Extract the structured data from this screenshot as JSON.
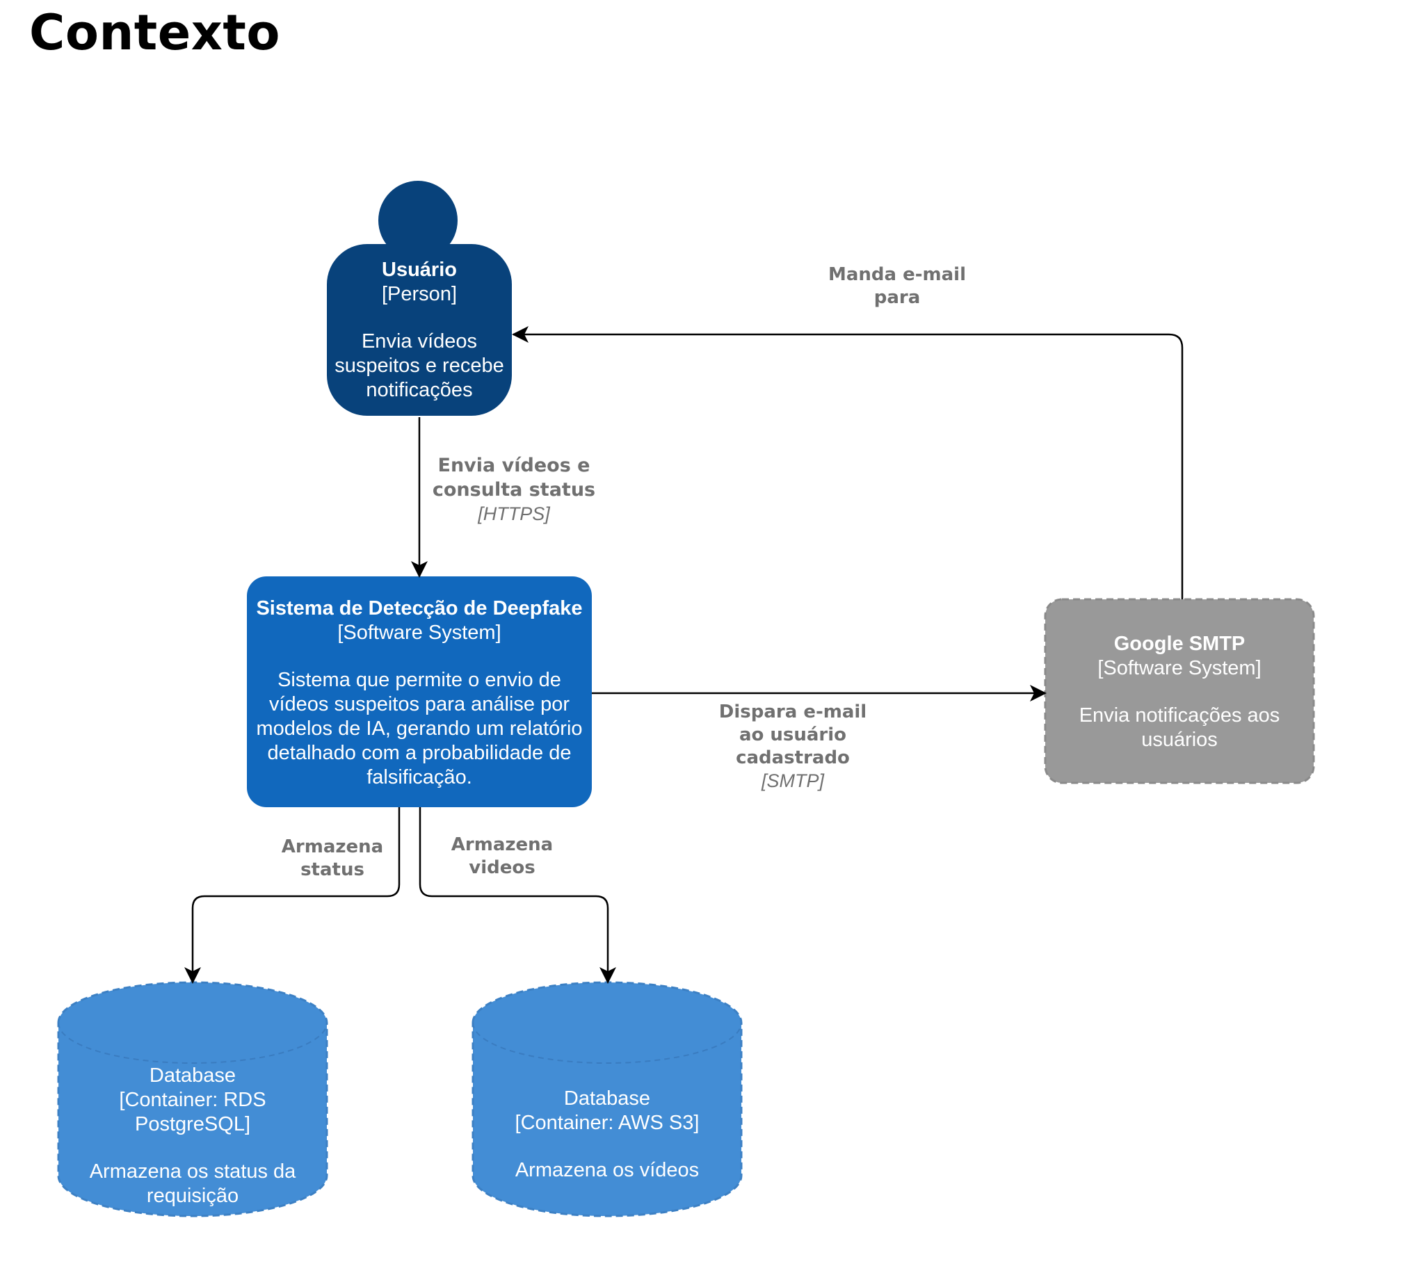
{
  "title": "Contexto",
  "nodes": {
    "user": {
      "name": "Usuário",
      "type": "[Person]",
      "description": "Envia vídeos suspeitos e recebe notificações",
      "color": "#08427b"
    },
    "system": {
      "name": "Sistema de Detecção de Deepfake",
      "type": "[Software System]",
      "description": "Sistema que permite o envio de vídeos suspeitos para análise por modelos de IA, gerando um relatório detalhado com a probabilidade de falsificação.",
      "color": "#1168bd"
    },
    "smtp": {
      "name": "Google SMTP",
      "type": "[Software System]",
      "description": "Envia notificações aos usuários",
      "color": "#999999"
    },
    "db_status": {
      "name": "Database",
      "type": "[Container: RDS PostgreSQL]",
      "description": "Armazena os status da requisição",
      "color": "#438dd5"
    },
    "db_videos": {
      "name": "Database",
      "type": "[Container: AWS S3]",
      "description": "Armazena os vídeos",
      "color": "#438dd5"
    }
  },
  "edges": {
    "user_to_system": {
      "label": "Envia vídeos e consulta status",
      "technology": "[HTTPS]"
    },
    "smtp_to_user": {
      "label": "Manda e-mail para"
    },
    "system_to_smtp": {
      "label": "Dispara e-mail ao usuário cadastrado",
      "technology": "[SMTP]"
    },
    "system_to_db_status": {
      "label": "Armazena status"
    },
    "system_to_db_videos": {
      "label": "Armazena videos"
    }
  }
}
